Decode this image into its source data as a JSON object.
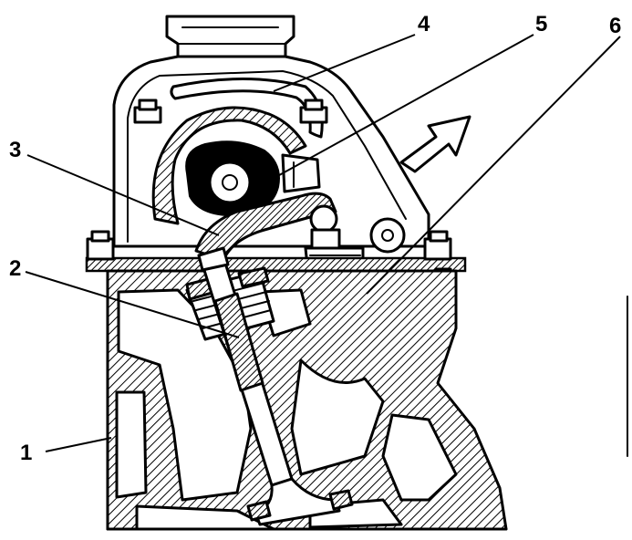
{
  "figure": {
    "callouts": [
      {
        "id": "1",
        "text": "1"
      },
      {
        "id": "2",
        "text": "2"
      },
      {
        "id": "3",
        "text": "3"
      },
      {
        "id": "4",
        "text": "4"
      },
      {
        "id": "5",
        "text": "5"
      },
      {
        "id": "6",
        "text": "6"
      }
    ]
  },
  "colors": {
    "ink": "#000000",
    "paper": "#ffffff"
  }
}
